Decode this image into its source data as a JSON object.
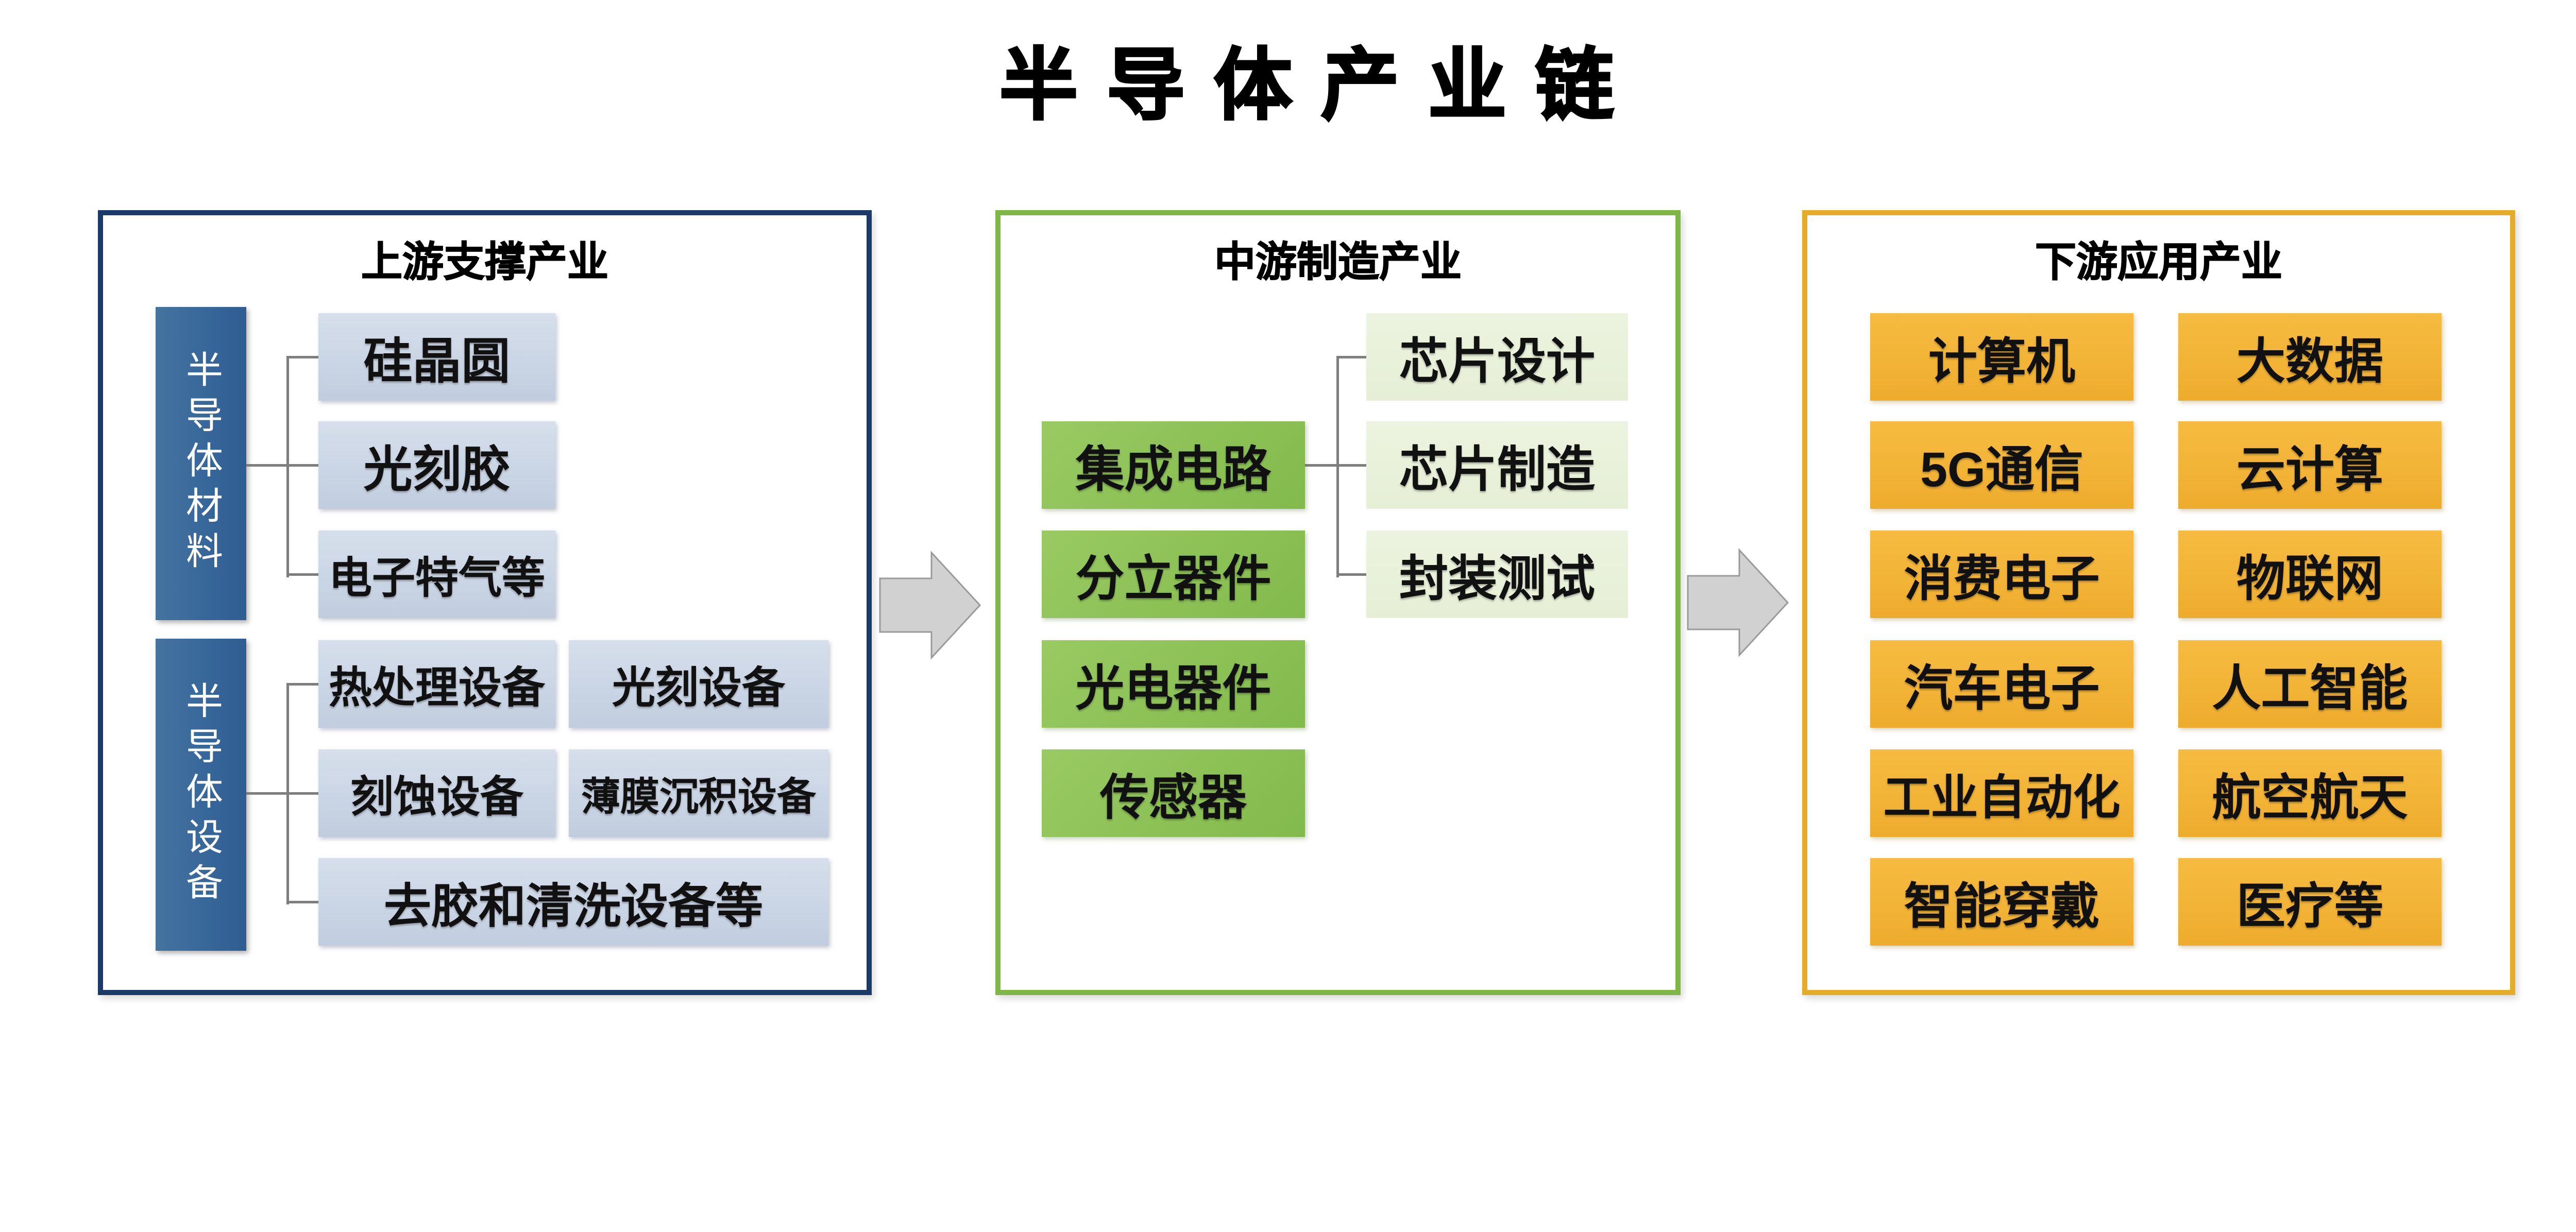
{
  "title": "半导体产业链",
  "panels": {
    "upstream": {
      "title": "上游支撑产业",
      "groups": [
        {
          "label": "半导体材料",
          "items": [
            "硅晶圆",
            "光刻胶",
            "电子特气等"
          ]
        },
        {
          "label": "半导体设备",
          "items": [
            "热处理设备",
            "光刻设备",
            "刻蚀设备",
            "薄膜沉积设备",
            "去胶和清洗设备等"
          ]
        }
      ]
    },
    "midstream": {
      "title": "中游制造产业",
      "primary": [
        "集成电路",
        "分立器件",
        "光电器件",
        "传感器"
      ],
      "ic_sub": [
        "芯片设计",
        "芯片制造",
        "封装测试"
      ]
    },
    "downstream": {
      "title": "下游应用产业",
      "col1": [
        "计算机",
        "5G通信",
        "消费电子",
        "汽车电子",
        "工业自动化",
        "智能穿戴"
      ],
      "col2": [
        "大数据",
        "云计算",
        "物联网",
        "人工智能",
        "航空航天",
        "医疗等"
      ]
    }
  },
  "colors": {
    "upstream_border": "#1b3a68",
    "midstream_border": "#80b646",
    "downstream_border": "#e4ac28",
    "material_bar_blue": "#3a699c",
    "item_light_blue": "#c9d4e4",
    "item_green": "#8cc156",
    "item_pale_green": "#e9f1da",
    "item_amber": "#f2b336",
    "connector_gray": "#7e7e7e",
    "arrow_gray": "#d1d1d1"
  }
}
